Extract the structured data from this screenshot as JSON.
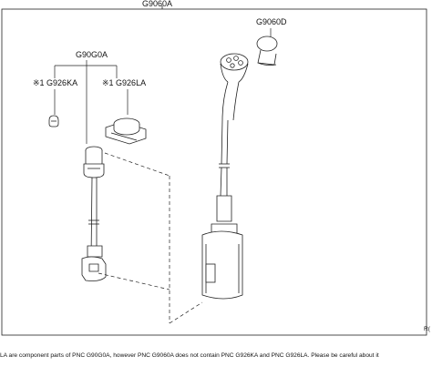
{
  "labels": {
    "assembly": "G9060A",
    "cap": "G9060D",
    "cable_set": "G90G0A",
    "part_ka": "※1 G926KA",
    "part_la": "※1 G926LA"
  },
  "footnote": "LA are component parts of PNC G90G0A, however PNC G9060A does not contain PNC G926KA and PNC G926LA. Please be careful about it",
  "ref_code": "R("
}
